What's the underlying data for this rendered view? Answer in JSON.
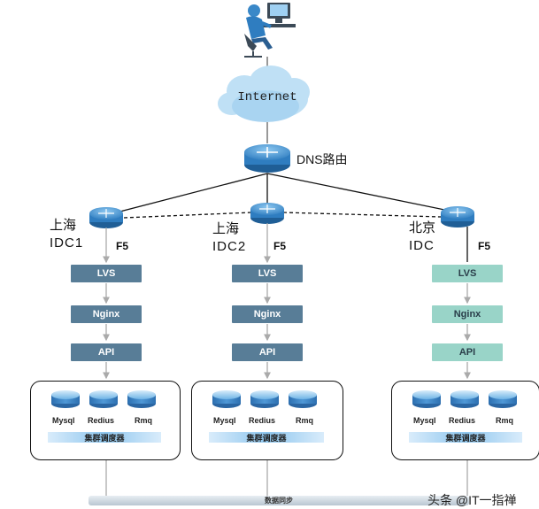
{
  "internet": {
    "label": "Internet"
  },
  "dns": {
    "label": "DNS路由"
  },
  "idcs": [
    {
      "name": "上海",
      "code": "IDC1",
      "f5": "F5",
      "lvs": "LVS",
      "nginx": "Nginx",
      "api": "API",
      "dbs": [
        "Mysql",
        "Redius",
        "Rmq"
      ],
      "scheduler": "集群调度器"
    },
    {
      "name": "上海",
      "code": "IDC2",
      "f5": "F5",
      "lvs": "LVS",
      "nginx": "Nginx",
      "api": "API",
      "dbs": [
        "Mysql",
        "Redius",
        "Rmq"
      ],
      "scheduler": "集群调度器"
    },
    {
      "name": "北京",
      "code": "IDC",
      "f5": "F5",
      "lvs": "LVS",
      "nginx": "Nginx",
      "api": "API",
      "dbs": [
        "Mysql",
        "Redius",
        "Rmq"
      ],
      "scheduler": "集群调度器"
    }
  ],
  "sync": {
    "label": "数据同步"
  },
  "watermark": "头条 @IT一指禅",
  "colors": {
    "dark_box": "#587d97",
    "light_box": "#99d4c8",
    "router": "#3a88c8",
    "cloud": "#bfe0f5"
  },
  "icons": {
    "user": "user-at-computer-icon",
    "cloud": "cloud-icon",
    "router": "router-icon",
    "database": "database-icon"
  }
}
